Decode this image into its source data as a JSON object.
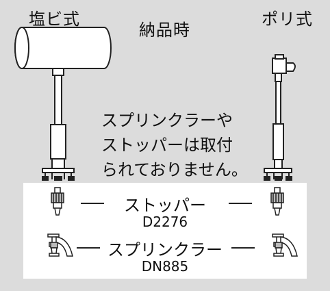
{
  "header": {
    "pvc_label": "塩ビ式",
    "delivery_label": "納品時",
    "poly_label": "ポリ式"
  },
  "note": {
    "line1": "スプリンクラーや",
    "line2": "ストッパーは取付",
    "line3": "られておりません。"
  },
  "parts": [
    {
      "name": "ストッパー",
      "code": "D2276"
    },
    {
      "name": "スプリンクラー",
      "code": "DN885"
    }
  ],
  "icons": [
    "pvc-pipe-stand-icon",
    "poly-pipe-stand-icon",
    "stopper-icon",
    "sprinkler-icon"
  ]
}
